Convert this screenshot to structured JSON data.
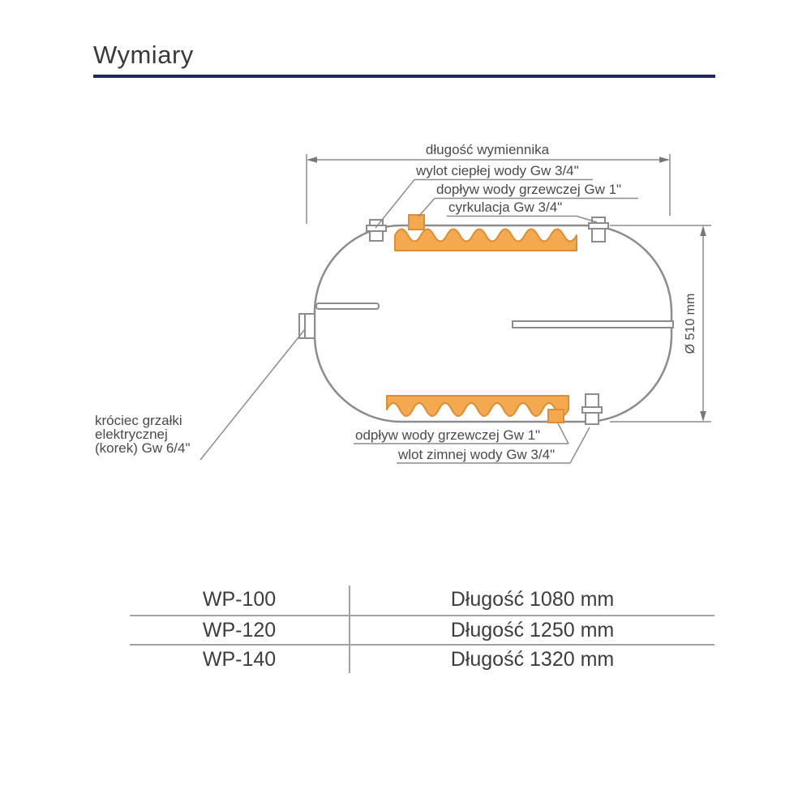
{
  "page": {
    "title": "Wymiary"
  },
  "diagram": {
    "dimension_length_label": "długość wymiennika",
    "dimension_diameter_label": "Ø 510 mm",
    "labels": {
      "hot_water_outlet": "wylot ciepłej wody Gw 3/4\"",
      "heating_water_inlet": "dopływ wody grzewczej Gw 1\"",
      "circulation": "cyrkulacja Gw 3/4\"",
      "heater_socket_line1": "króciec grzałki",
      "heater_socket_line2": "elektrycznej",
      "heater_socket_line3": "(korek) Gw 6/4\"",
      "heating_water_outlet": "odpływ wody grzewczej Gw 1\"",
      "cold_water_inlet": "wlot zimnej wody Gw 3/4\""
    },
    "colors": {
      "accent_orange": "#f5a94f",
      "orange_stroke": "#db8e33",
      "outline_gray": "#8c8c8c",
      "rule_navy": "#1d2b5c"
    }
  },
  "table": {
    "rows": [
      {
        "model": "WP-100",
        "length": "Długość 1080 mm"
      },
      {
        "model": "WP-120",
        "length": "Długość 1250 mm"
      },
      {
        "model": "WP-140",
        "length": "Długość 1320 mm"
      }
    ]
  }
}
